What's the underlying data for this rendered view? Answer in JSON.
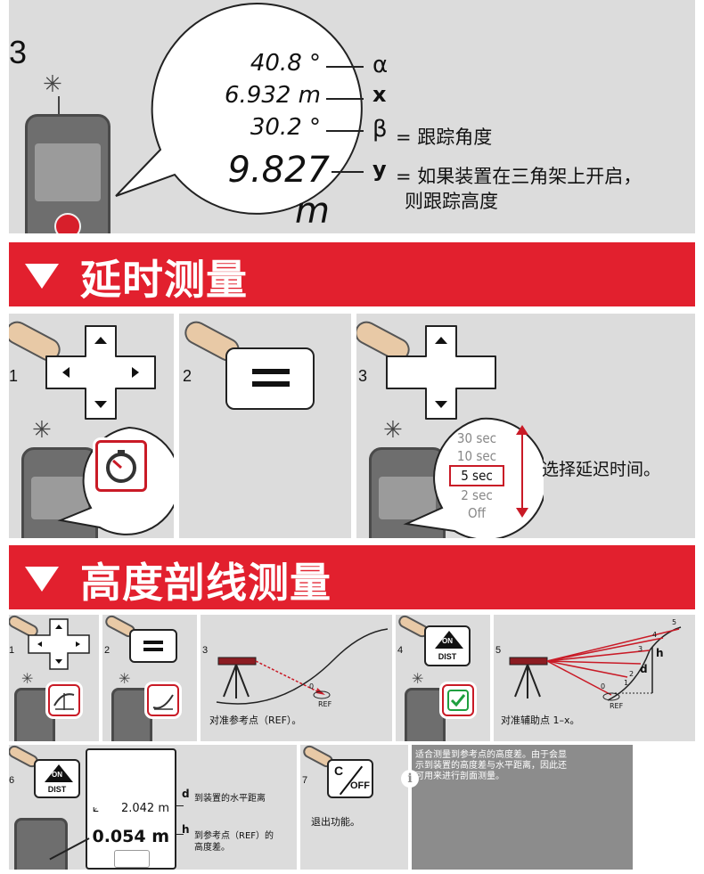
{
  "top_section": {
    "step": "3",
    "rows": [
      {
        "value": "40.8 °",
        "symbol": "α",
        "desc": ""
      },
      {
        "value": "6.932 m",
        "symbol": "x",
        "desc": ""
      },
      {
        "value": "30.2 °",
        "symbol": "β",
        "desc": "= 跟踪角度"
      },
      {
        "value": "9.827 m",
        "symbol": "y",
        "desc": "= 如果装置在三角架上开启，",
        "desc2": "则跟踪高度"
      }
    ]
  },
  "section_delay": {
    "title": "延时测量",
    "steps": [
      "1",
      "2",
      "3"
    ],
    "timer_options": [
      "30 sec",
      "10 sec",
      "5 sec",
      "2 sec",
      "Off"
    ],
    "selected_option": "5 sec",
    "instruction": "选择延迟时间。"
  },
  "section_height": {
    "title": "高度剖线测量",
    "steps": [
      "1",
      "2",
      "3",
      "4",
      "5",
      "6",
      "7"
    ],
    "step3_caption": "对准参考点（REF）。",
    "step3_ref": "REF",
    "step3_zero": "0",
    "step4_on_label": "ON",
    "step4_dist_label": "DIST",
    "step5_caption": "对准辅助点 1–x。",
    "step5_ref": "REF",
    "step5_h": "h",
    "step5_d": "d",
    "step5_points": [
      "0",
      "1",
      "2",
      "3",
      "4",
      "5"
    ],
    "step6_on_label": "ON",
    "step6_dist_label": "DIST",
    "step6_value_d": "2.042 m",
    "step6_value_h": "0.054 m",
    "step6_d_symbol": "d",
    "step6_h_symbol": "h",
    "step6_d_desc": "到装置的水平距离",
    "step6_h_desc1": "到参考点（REF）的",
    "step6_h_desc2": "高度差。",
    "step7_c_label": "C",
    "step7_off_label": "OFF",
    "step7_caption": "退出功能。",
    "info_text": [
      "适合测量到参考点的高度差。由于会显",
      "示到装置的高度差与水平距离，因此还",
      "可用来进行剖面测量。"
    ]
  }
}
